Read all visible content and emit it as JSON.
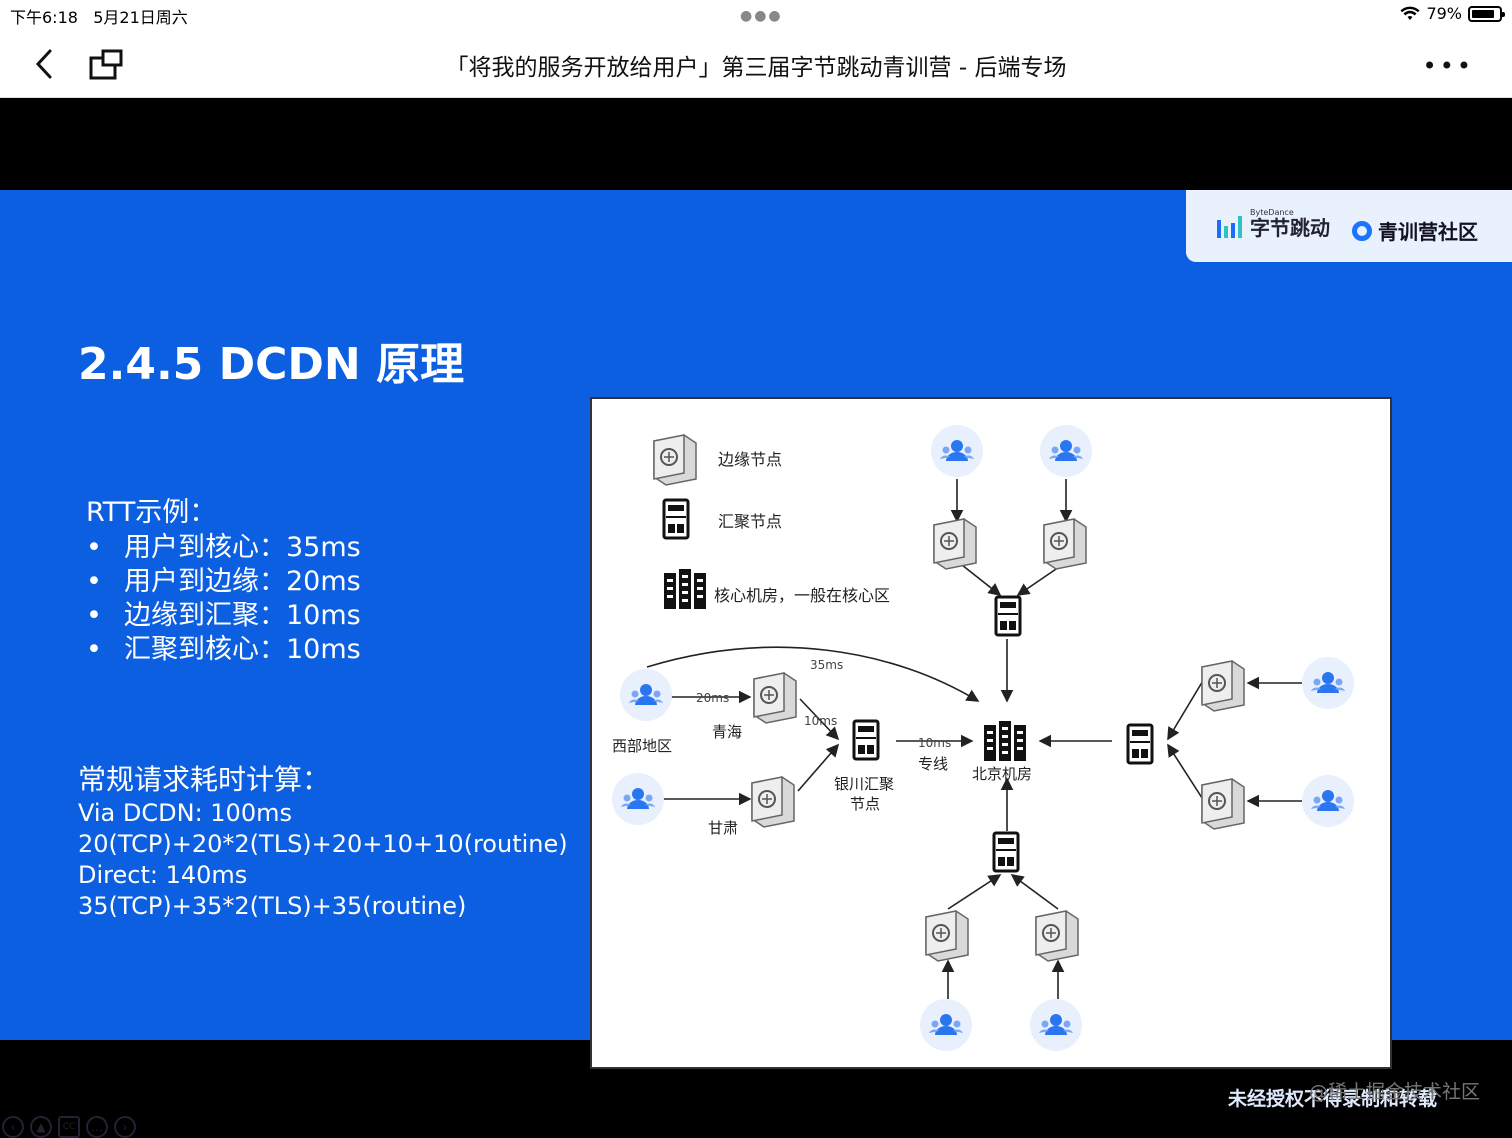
{
  "status": {
    "time": "下午6:18",
    "date": "5月21日周六",
    "battery": "79%"
  },
  "nav": {
    "title": "「将我的服务开放给用户」第三届字节跳动青训营 - 后端专场",
    "more": "•••"
  },
  "slide": {
    "title": "2.4.5 DCDN 原理",
    "brand": {
      "bytedance_small": "ByteDance",
      "bytedance": "字节跳动",
      "community": "青训营社区"
    },
    "rtt_head": "RTT示例：",
    "rtt_items": [
      "用户到核心：35ms",
      "用户到边缘：20ms",
      "边缘到汇聚：10ms",
      "汇聚到核心：10ms"
    ],
    "calc_head": "常规请求耗时计算：",
    "calc_lines": [
      "Via DCDN: 100ms",
      "20(TCP)+20*2(TLS)+20+10+10(routine)",
      "Direct: 140ms",
      "35(TCP)+35*2(TLS)+35(routine)"
    ],
    "watermark": "未经授权不得录制和转载",
    "diagram": {
      "legend": [
        "边缘节点",
        "汇聚节点",
        "核心机房，一般在核心区"
      ],
      "labels": {
        "west": "西部地区",
        "qinghai": "青海",
        "gansu": "甘肃",
        "yinchuan1": "银川汇聚",
        "yinchuan2": "节点",
        "dedicated": "专线",
        "beijing": "北京机房",
        "l35": "35ms",
        "l20": "20ms",
        "l10a": "10ms",
        "l10b": "10ms"
      }
    }
  },
  "controls": [
    "prev-icon",
    "mark-icon",
    "cc-icon",
    "more-icon",
    "next-icon"
  ],
  "juejin": "@稀土掘金技术社区"
}
